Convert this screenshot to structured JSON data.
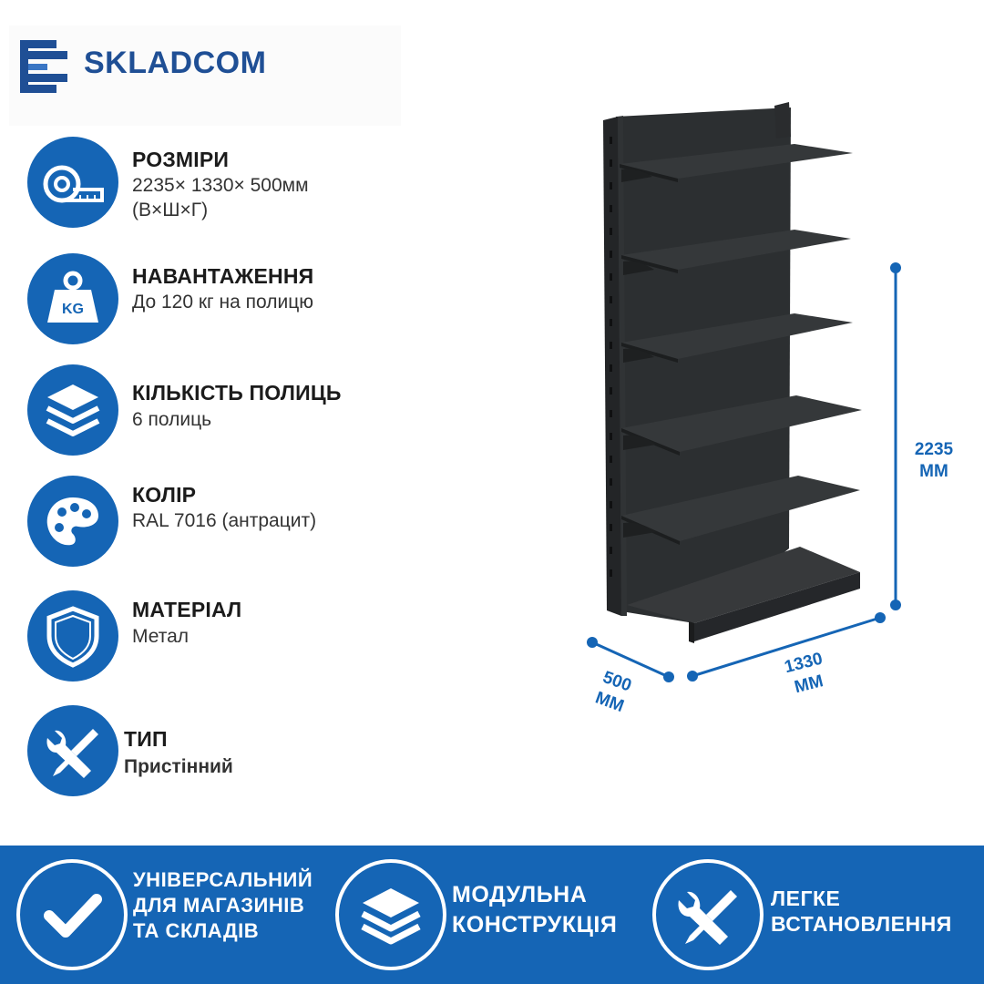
{
  "brand": {
    "name": "SKLADCOM"
  },
  "colors": {
    "brand_blue": "#1565b5",
    "logo_blue": "#1f4f95",
    "shelf": "#2a2d2f"
  },
  "specs": [
    {
      "icon": "tape-measure-icon",
      "title": "РОЗМІРИ",
      "value": "2235× 1330× 500мм",
      "value2": "(В×Ш×Г)"
    },
    {
      "icon": "weight-kg-icon",
      "title": "НАВАНТАЖЕННЯ",
      "value": "До 120 кг на полицю"
    },
    {
      "icon": "layers-icon",
      "title": "КІЛЬКІСТЬ ПОЛИЦЬ",
      "value": "6 полиць"
    },
    {
      "icon": "palette-icon",
      "title": "КОЛІР",
      "value": "RAL 7016 (антрацит)"
    },
    {
      "icon": "shield-icon",
      "title": "МАТЕРІАЛ",
      "value": "Метал"
    },
    {
      "icon": "tools-icon",
      "title": "ТИП",
      "value": "Пристінний"
    }
  ],
  "dimensions": {
    "height_value": "2235",
    "height_unit": "ММ",
    "width_value": "1330",
    "width_unit": "ММ",
    "depth_value": "500",
    "depth_unit": "ММ"
  },
  "features": [
    {
      "icon": "checkmark-icon",
      "line1": "УНІВЕРСАЛЬНИЙ",
      "line2": "ДЛЯ МАГАЗИНІВ",
      "line3": "ТА СКЛАДІВ"
    },
    {
      "icon": "layers-icon",
      "line1": "МОДУЛЬНА",
      "line2": "КОНСТРУКЦІЯ"
    },
    {
      "icon": "tools-icon",
      "line1": "ЛЕГКЕ",
      "line2": "ВСТАНОВЛЕННЯ"
    }
  ]
}
